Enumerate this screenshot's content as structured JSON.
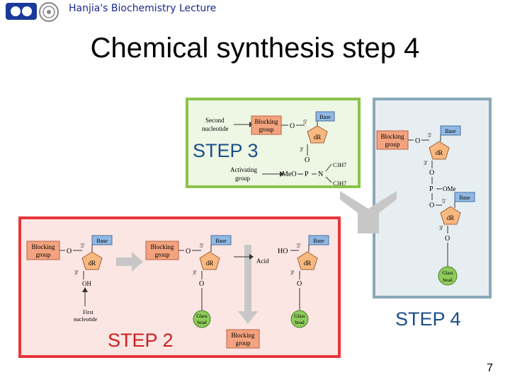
{
  "header": {
    "lecture_title": "Hanjia's Biochemistry Lecture"
  },
  "slide": {
    "title": "Chemical synthesis step 4",
    "page_number": "7"
  },
  "steps": {
    "step2": "STEP 2",
    "step3": "STEP 3",
    "step4": "STEP 4"
  },
  "molecule": {
    "blocking_group_line1": "Blocking",
    "blocking_group_line2": "group",
    "dR": "dR",
    "base": "Base",
    "o": "O",
    "five_prime": "5'",
    "three_prime": "3'",
    "oh": "OH",
    "ho": "HO",
    "glass_line1": "Glass",
    "glass_line2": "bead",
    "ome": "OMe",
    "p": "P"
  },
  "step2_panel": {
    "first_nucleotide_line1": "First",
    "first_nucleotide_line2": "nucleotide",
    "acid": "Acid"
  },
  "step3_panel": {
    "second_nucleotide_line1": "Second",
    "second_nucleotide_line2": "nucleotide",
    "activating_group_line1": "Activating",
    "activating_group_line2": "group",
    "meo": "MeO",
    "n": "N",
    "c3h7": "C3H7"
  },
  "colors": {
    "step2_border": "#e8353a",
    "step2_fill": "#fbe6e4",
    "step3_border": "#8bc34a",
    "step3_fill": "#eef6e4",
    "step4_border": "#8aa9b8",
    "step4_fill": "#e7eef2",
    "blocking_group": "#f3a37f",
    "dR_pentagon": "#f8b880",
    "base_box": "#8fb8e4",
    "glass_bead": "#8fcb5a",
    "step_label_text": "#1a4f8a",
    "step2_label_text": "#cc1f1f"
  }
}
